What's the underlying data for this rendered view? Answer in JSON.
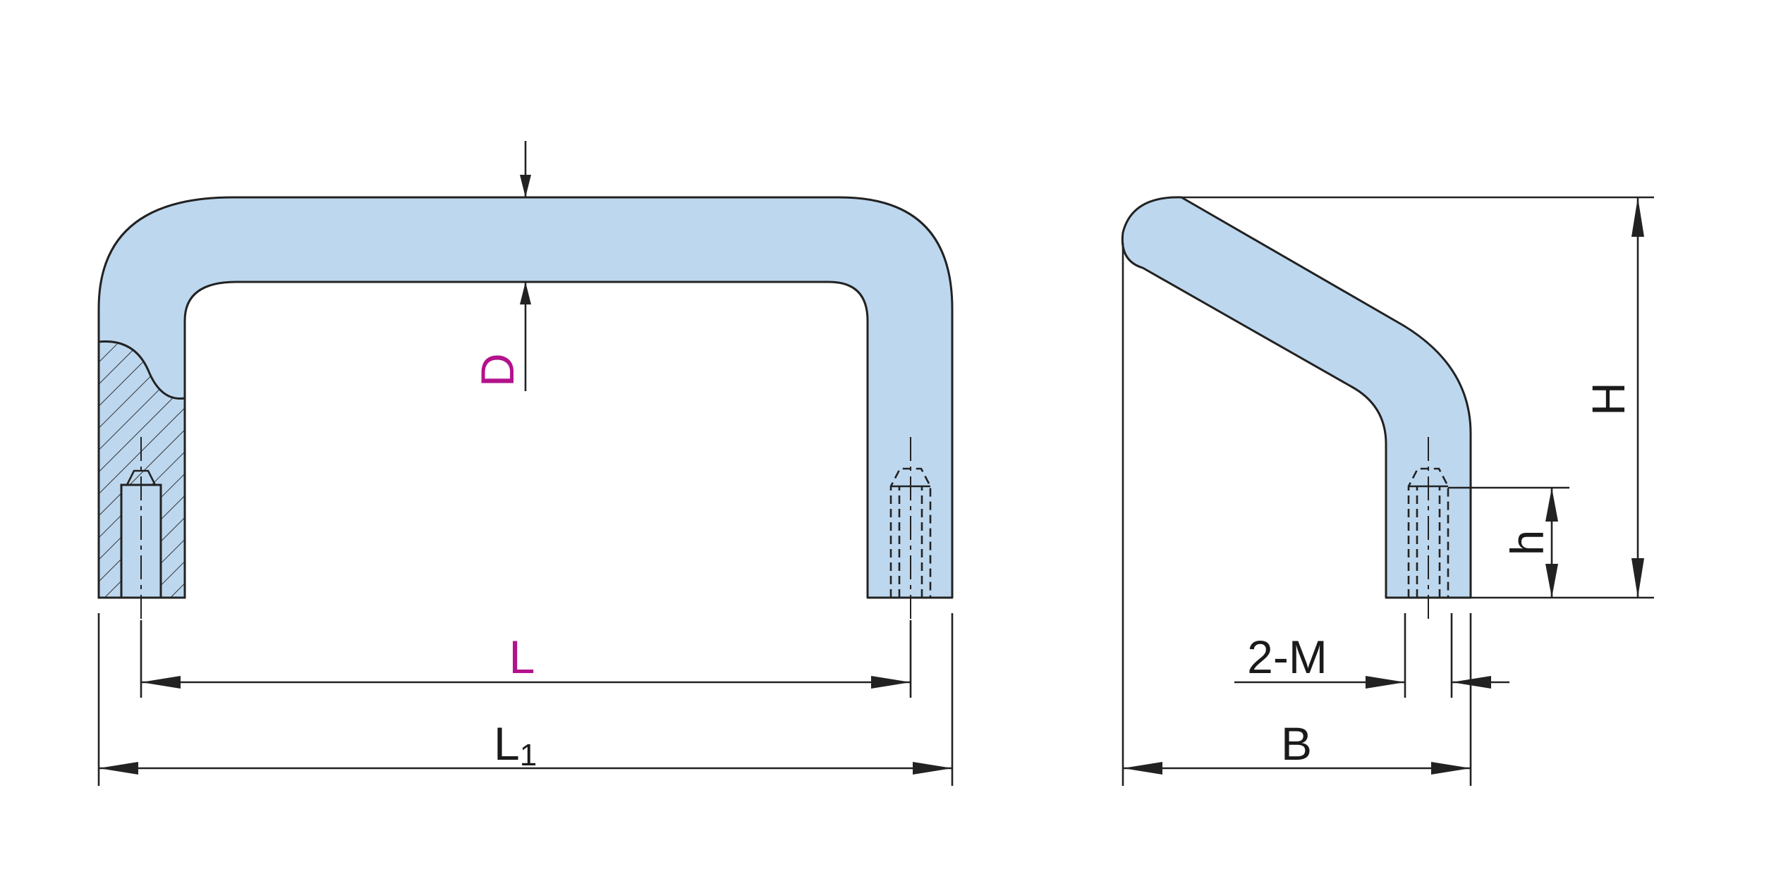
{
  "labels": {
    "D": "D",
    "L": "L",
    "L1": "L1",
    "H": "H",
    "h": "h",
    "M": "2-M",
    "B": "B"
  },
  "colors": {
    "fill": "#bdd7ee",
    "outline": "#222222",
    "accent_label": "#b3128c",
    "plain_label": "#1a1a1a"
  }
}
